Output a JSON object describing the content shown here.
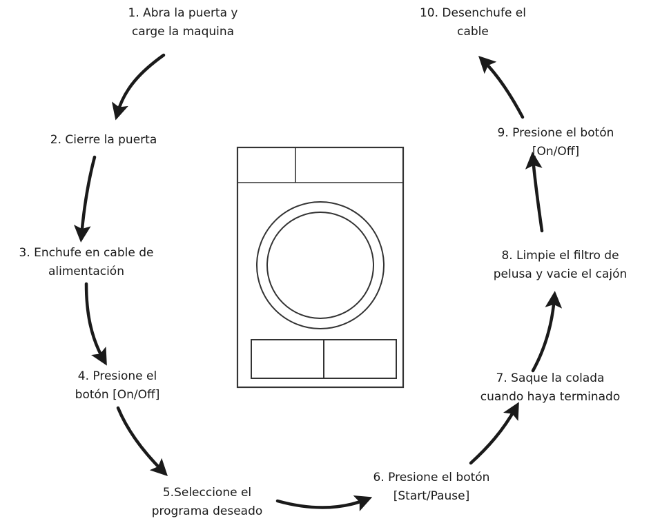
{
  "steps": [
    {
      "lines": [
        "1. Abra la puerta y",
        "carge la maquina"
      ]
    },
    {
      "lines": [
        "2. Cierre la puerta"
      ]
    },
    {
      "lines": [
        "3. Enchufe en cable de",
        "alimentación"
      ]
    },
    {
      "lines": [
        "4. Presione el",
        "botón [On/Off]"
      ]
    },
    {
      "lines": [
        "5.Seleccione el",
        "programa deseado"
      ]
    },
    {
      "lines": [
        "6. Presione el botón",
        "[Start/Pause]"
      ]
    },
    {
      "lines": [
        "7. Saque la colada",
        "cuando haya terminado"
      ]
    },
    {
      "lines": [
        "8. Limpie el filtro de",
        "pelusa y vacie el cajón"
      ]
    },
    {
      "lines": [
        "9. Presione el botón",
        "[On/Off]"
      ]
    },
    {
      "lines": [
        "10. Desenchufe el",
        "cable"
      ]
    }
  ],
  "colors": {
    "ink": "#1a1a1a",
    "background": "#ffffff",
    "machine_line": "#333333"
  },
  "icons": {
    "center": "washing-machine-icon",
    "connector": "curved-arrow-icon"
  }
}
